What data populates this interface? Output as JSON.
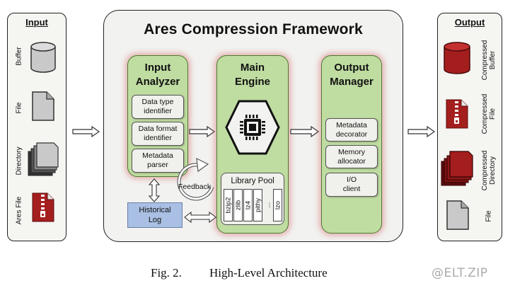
{
  "input": {
    "title": "Input",
    "items": [
      {
        "label": "Buffer",
        "icon": "cylinder-icon"
      },
      {
        "label": "File",
        "icon": "file-icon"
      },
      {
        "label": "Directory",
        "icon": "directory-icon"
      },
      {
        "label": "Ares File",
        "icon": "zip-file-icon"
      }
    ]
  },
  "framework": {
    "title": "Ares Compression Framework",
    "input_analyzer": {
      "title_line1": "Input",
      "title_line2": "Analyzer",
      "subs": [
        {
          "line1": "Data type",
          "line2": "identifier"
        },
        {
          "line1": "Data format",
          "line2": "identifier"
        },
        {
          "line1": "Metadata",
          "line2": "parser"
        }
      ]
    },
    "main_engine": {
      "title_line1": "Main",
      "title_line2": "Engine",
      "library_pool": {
        "title": "Library Pool",
        "items": [
          "bzip2",
          "zlib",
          "lz4",
          "pithy",
          "...",
          "lzo"
        ]
      }
    },
    "output_manager": {
      "title_line1": "Output",
      "title_line2": "Manager",
      "subs": [
        {
          "line1": "Metadata",
          "line2": "decorator"
        },
        {
          "line1": "Memory",
          "line2": "allocator"
        },
        {
          "line1": "I/O",
          "line2": "client"
        }
      ]
    },
    "feedback_label": "Feedback",
    "historical_log": {
      "line1": "Historical",
      "line2": "Log"
    }
  },
  "output": {
    "title": "Output",
    "items": [
      {
        "line1": "Compressed",
        "line2": "Buffer",
        "icon": "cylinder-icon"
      },
      {
        "line1": "Compressed",
        "line2": "File",
        "icon": "zip-file-icon"
      },
      {
        "line1": "Compressed",
        "line2": "Directory",
        "icon": "directory-icon"
      },
      {
        "line1": "File",
        "line2": "",
        "icon": "file-icon"
      }
    ]
  },
  "caption": {
    "fig": "Fig. 2.",
    "text": "High-Level Architecture"
  },
  "watermark": "@ELT.ZIP",
  "colors": {
    "green_box": "#bfdca1",
    "dark_red": "#a51e1e",
    "historical_log": "#a9bfe3",
    "frame_bg": "#f2f2f0"
  }
}
